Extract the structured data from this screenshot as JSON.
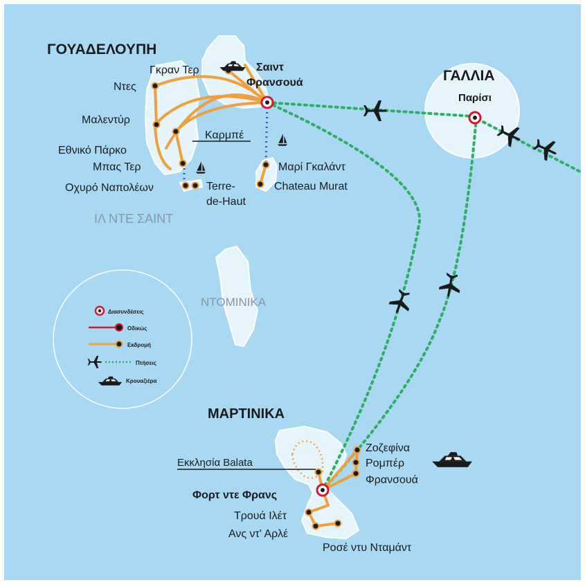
{
  "colors": {
    "sea": "#a9d9f2",
    "land": "#e6f4fc",
    "land_stroke": "#ffffff",
    "route": "#ef9f3c",
    "flight": "#2eae61",
    "boat": "#3b55b8",
    "airport": "#d7162f",
    "dark": "#1a1a1a",
    "grey_label": "#8796a3"
  },
  "regions": {
    "guadeloupe": "ΓΟΥΑΔΕΛΟΥΠΗ",
    "france": "ΓΑΛΛΙΑ",
    "martinique": "ΜΑΡΤΙΝΙΚΑ",
    "dominica": "ΝΤΟΜΙΝΙΚΑ",
    "saintes": "ΙΛ ΝΤΕ ΣΑΙΝΤ"
  },
  "places": {
    "saint_francois_1": "Σαιντ",
    "saint_francois_2": "Φρανσουά",
    "paris": "Παρίσι",
    "grand_terre": "Γκραν Τερ",
    "deshaies": "Ντες",
    "malendure": "Μαλεντύρ",
    "national_park_1": "Εθνικό Πάρκο",
    "national_park_2": "Μπας Τερ",
    "fort_napoleon": "Οχυρό Ναπολέων",
    "terre_de_haut_1": "Terre-",
    "terre_de_haut_2": "de-Haut",
    "carbet": "Καρμπέ",
    "marie_galante": "Μαρί Γκαλάντ",
    "chateau_murat": "Chateau Murat",
    "balata": "Εκκλησία Balata",
    "fort_de_france": "Φορτ ντε Φρανς",
    "trois_ilets": "Τρουά Ιλέτ",
    "anse_arlet": "Ανς ντ' Αρλέ",
    "josephine": "Ζοζεφίνα",
    "robert": "Ρομπέρ",
    "francois": "Φρανσουά",
    "diamant": "Ροσέ ντυ Νταμάντ"
  },
  "legend": {
    "airport": "Διασυνδέσεις",
    "accommodation": "Οδικώς",
    "excursion": "Εκδρομή",
    "flight": "Πτήσεις",
    "cruise": "Κρουαζιέρα"
  },
  "icons": {
    "plane": "airplane-icon",
    "boat": "yacht-icon",
    "sailboat": "sailboat-icon",
    "airport": "airport-marker-icon"
  }
}
